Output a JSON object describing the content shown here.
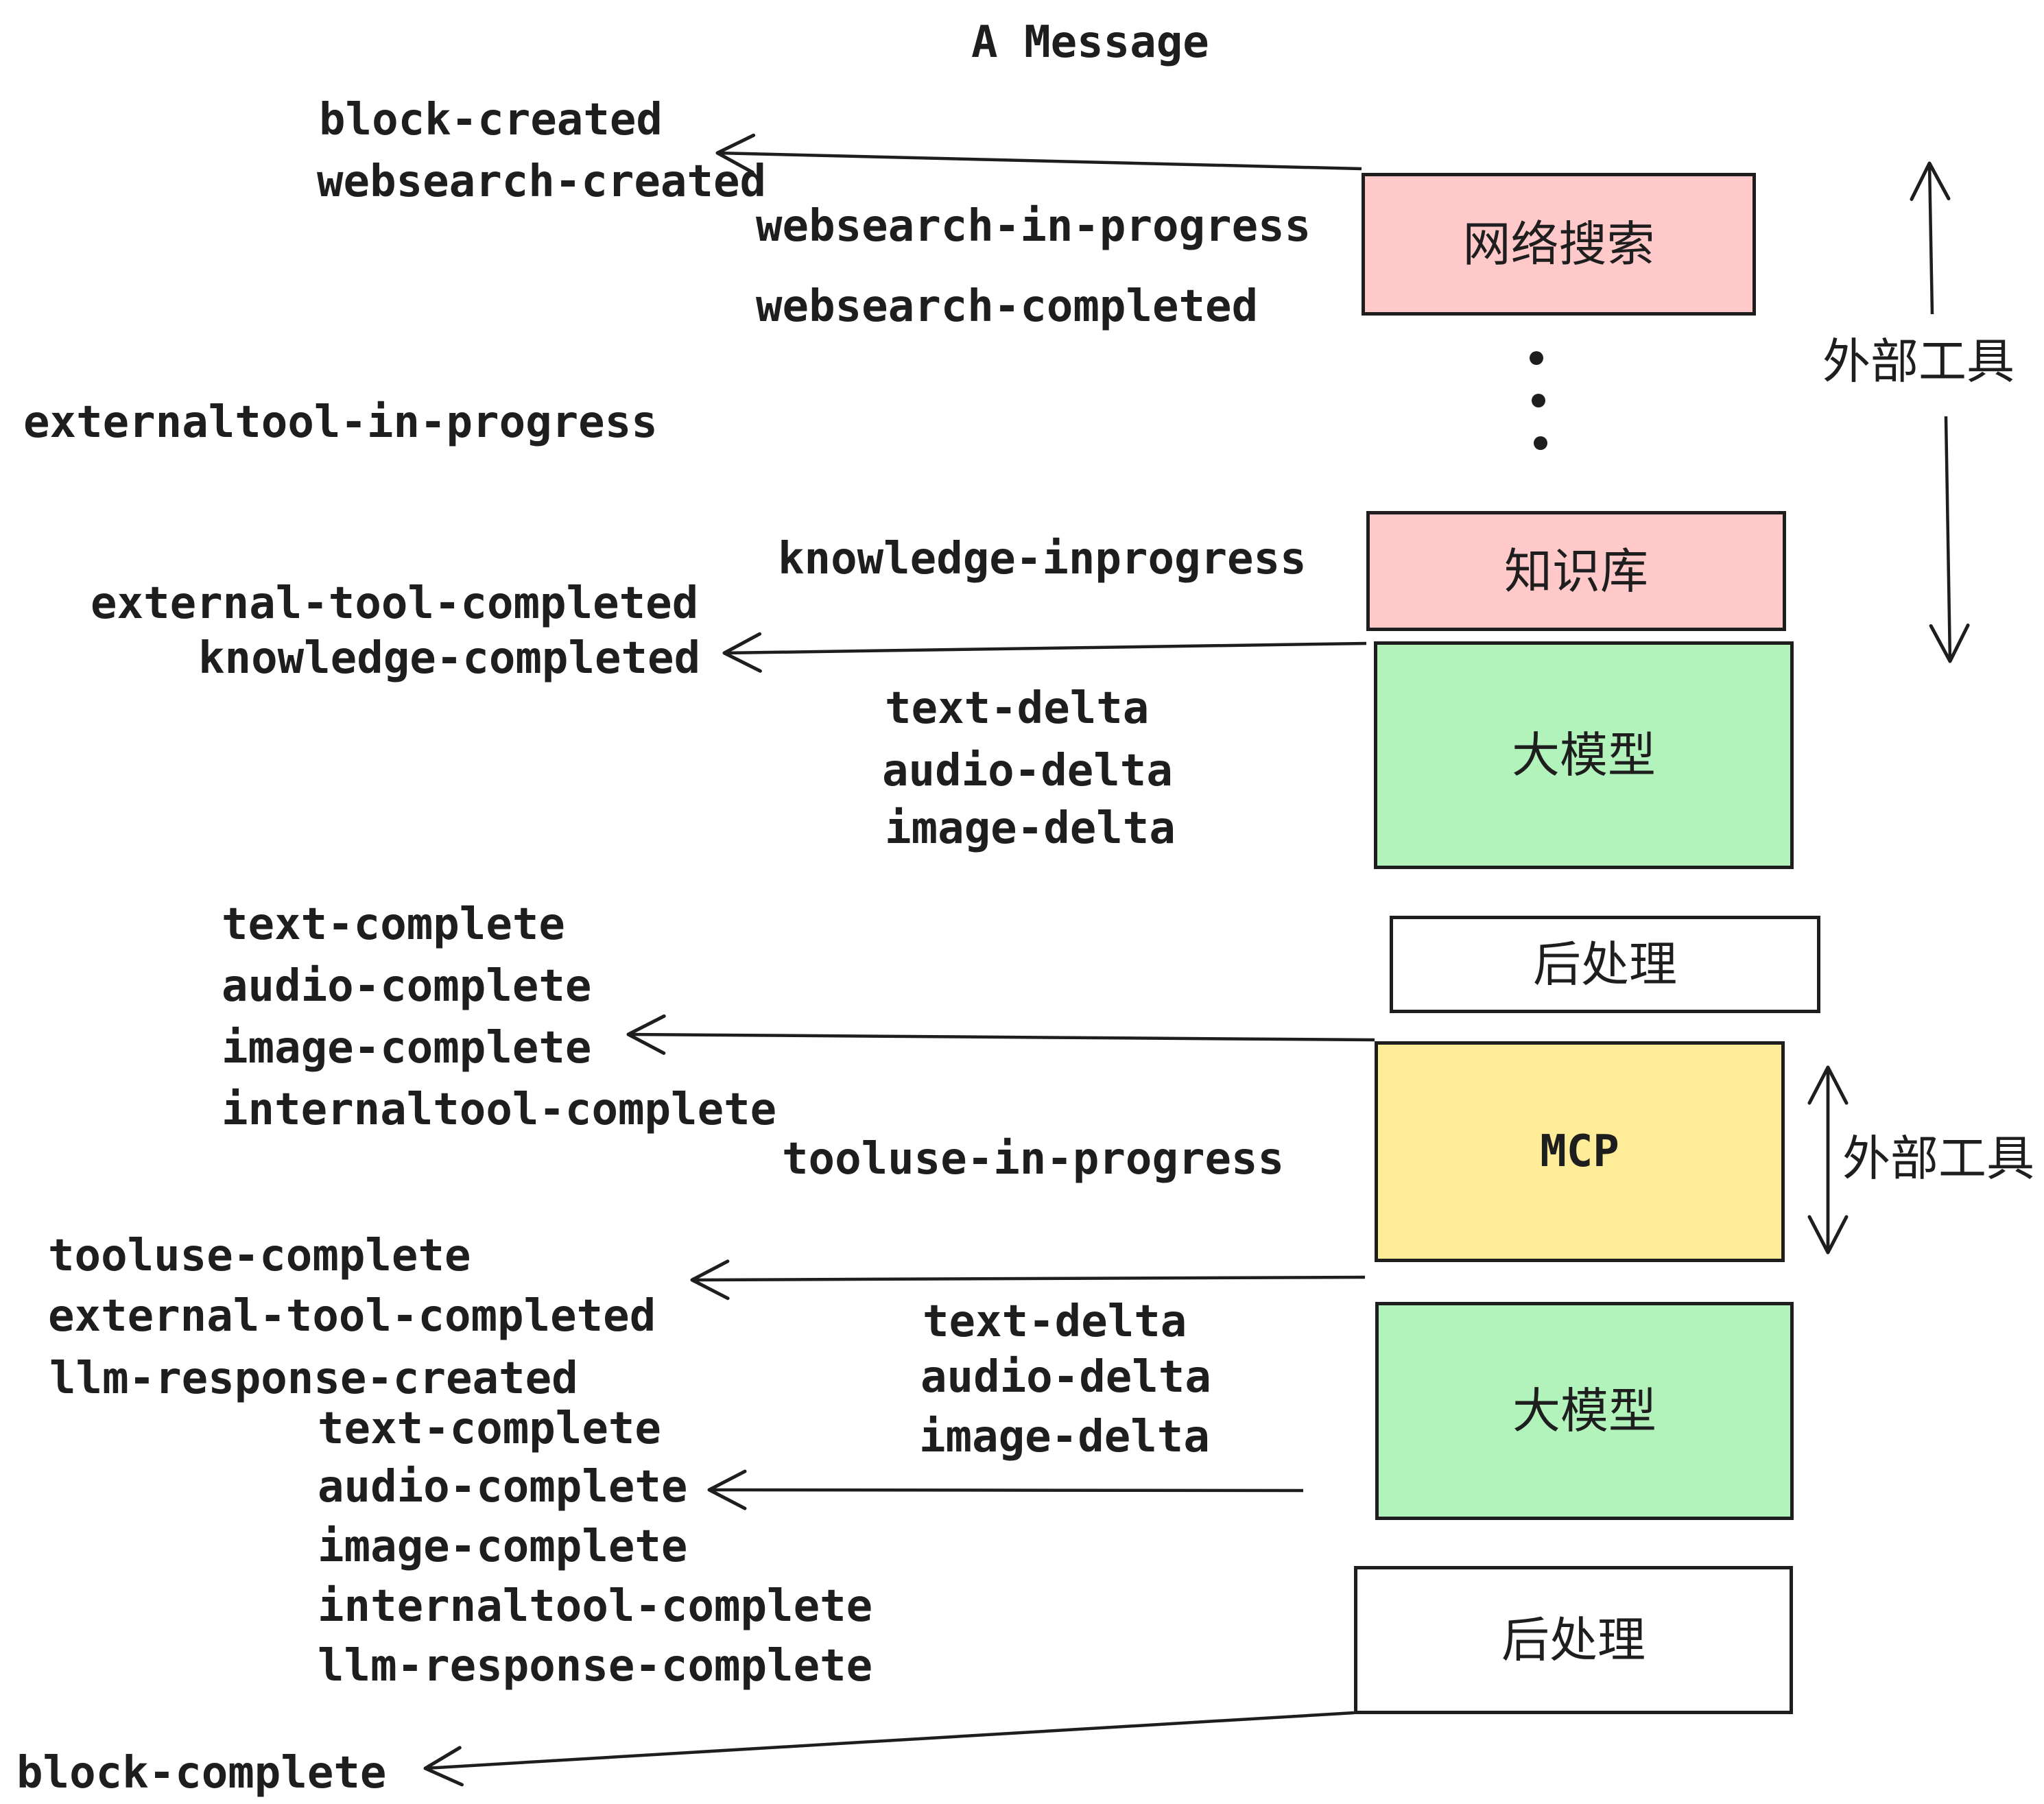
{
  "title": "A Message",
  "colors": {
    "pink": "#ffc9c9",
    "green": "#b2f2bb",
    "yellow": "#ffec99",
    "white": "#ffffff",
    "ink": "#1e1e1e"
  },
  "boxes": [
    {
      "label": "网络搜索",
      "fill": "pink"
    },
    {
      "label": "知识库",
      "fill": "pink"
    },
    {
      "label": "大模型",
      "fill": "green"
    },
    {
      "label": "后处理",
      "fill": "white"
    },
    {
      "label": "MCP",
      "fill": "yellow"
    },
    {
      "label": "大模型",
      "fill": "green"
    },
    {
      "label": "后处理",
      "fill": "white"
    }
  ],
  "side_labels": [
    {
      "text": "外部工具"
    },
    {
      "text": "外部工具"
    }
  ],
  "events": [
    {
      "text": "block-created"
    },
    {
      "text": "websearch-created"
    },
    {
      "text": "websearch-in-progress"
    },
    {
      "text": "websearch-completed"
    },
    {
      "text": "externaltool-in-progress"
    },
    {
      "text": "knowledge-inprogress"
    },
    {
      "text": "external-tool-completed"
    },
    {
      "text": "knowledge-completed"
    },
    {
      "text": "text-delta"
    },
    {
      "text": "audio-delta"
    },
    {
      "text": "image-delta"
    },
    {
      "text": "text-complete"
    },
    {
      "text": "audio-complete"
    },
    {
      "text": "image-complete"
    },
    {
      "text": "internaltool-complete"
    },
    {
      "text": "tooluse-in-progress"
    },
    {
      "text": "tooluse-complete"
    },
    {
      "text": "external-tool-completed"
    },
    {
      "text": "llm-response-created"
    },
    {
      "text": "text-delta"
    },
    {
      "text": "audio-delta"
    },
    {
      "text": "image-delta"
    },
    {
      "text": "text-complete"
    },
    {
      "text": "audio-complete"
    },
    {
      "text": "image-complete"
    },
    {
      "text": "internaltool-complete"
    },
    {
      "text": "llm-response-complete"
    },
    {
      "text": "block-complete"
    }
  ]
}
